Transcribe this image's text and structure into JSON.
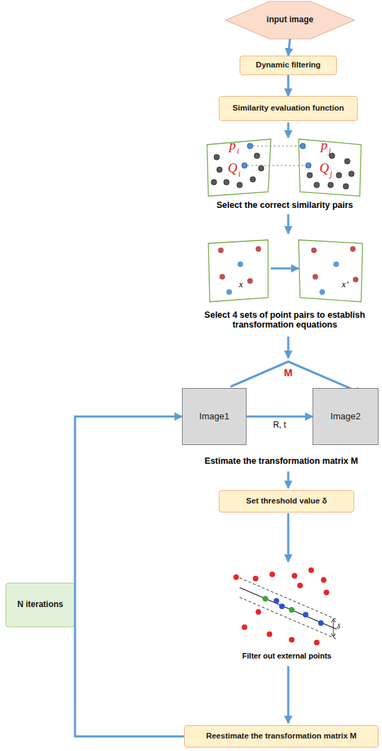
{
  "diagram": {
    "nodes": [
      {
        "text": [
          "input image"
        ]
      },
      {
        "text": [
          "Dynamic filtering"
        ]
      },
      {
        "text": [
          "Similarity evaluation function"
        ]
      },
      {
        "text": [
          "Image1"
        ]
      },
      {
        "text": [
          "Image2"
        ]
      },
      {
        "text": [
          "Set threshold value δ"
        ]
      },
      {
        "text": [
          "Reestimate the transformation matrix M"
        ]
      },
      {
        "text": [
          "N iterations"
        ]
      }
    ],
    "edges": [
      {
        "from": 0,
        "to": 1,
        "arrow": "to"
      },
      {
        "from": 1,
        "to": 2,
        "arrow": "to"
      },
      {
        "from": 3,
        "to": 4,
        "label": "R, t",
        "arrow": "to"
      },
      {
        "from": 6,
        "to": 3,
        "arrow": "to"
      }
    ],
    "labels": [
      "p",
      "i",
      "Q",
      "i",
      "p",
      "j",
      "Q",
      "j",
      "Select the correct similarity pairs",
      "x",
      "x’",
      "Select 4 sets of point pairs to establish transformation equations",
      "M",
      "Estimate the transformation matrix M",
      "δ",
      "Filter out external points"
    ]
  }
}
